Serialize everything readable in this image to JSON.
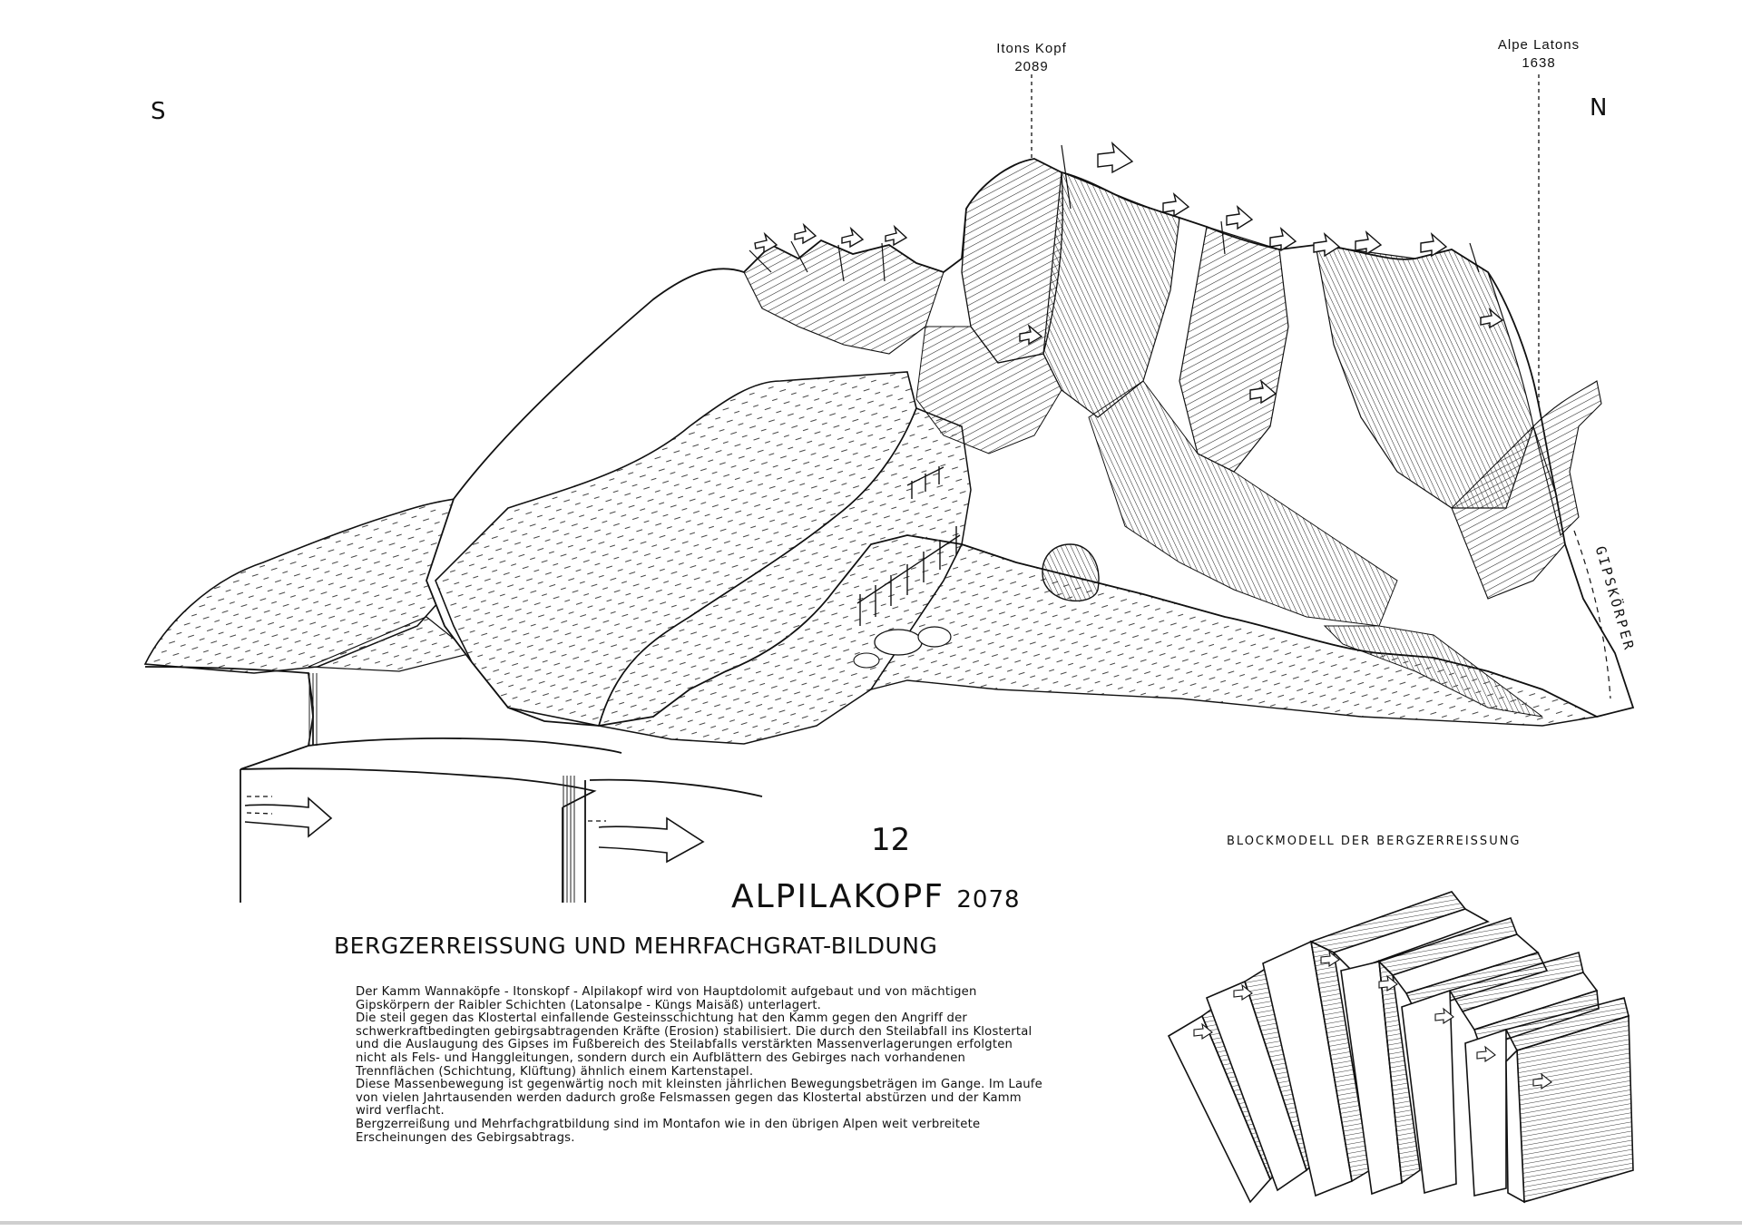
{
  "direction": {
    "south": "S",
    "north": "N"
  },
  "peaks": [
    {
      "name": "Itons Kopf",
      "elevation": "2089"
    },
    {
      "name": "Alpe Latons",
      "elevation": "1638"
    }
  ],
  "side_label": "GIPSKÖRPER",
  "plate_number": "12",
  "title": {
    "name": "ALPILAKOPF",
    "elevation": "2078"
  },
  "subtitle": "BERGZERREISSUNG UND MEHRFACHGRAT-BILDUNG",
  "model_title": "BLOCKMODELL DER BERGZERREISSUNG",
  "description": [
    "Der Kamm Wannaköpfe - Itonskopf - Alpilakopf wird von Hauptdolomit aufgebaut und von mächtigen Gipskörpern der Raibler Schichten (Latonsalpe - Küngs Maisäß) unterlagert.",
    "Die steil gegen das Klostertal einfallende Gesteinsschichtung hat den Kamm gegen den Angriff der schwerkraftbedingten gebirgsabtragenden Kräfte (Erosion) stabilisiert. Die durch den Steilabfall ins Klostertal und die Auslaugung des Gipses im Fußbereich des Steilabfalls verstärkten Massenverlagerungen erfolgten nicht als Fels- und Hanggleitungen, sondern durch ein Aufblättern des Gebirges nach vorhandenen Trennflächen (Schichtung, Klüftung) ähnlich einem Kartenstapel.",
    "Diese Massenbewegung ist gegenwärtig noch mit kleinsten jährlichen Bewegungsbeträgen im Gange. Im Laufe von vielen Jahrtausenden werden dadurch große Felsmassen gegen das Klostertal abstürzen und der Kamm wird verflacht.",
    "Bergzerreißung und Mehrfachgratbildung sind im Montafon wie in den übrigen Alpen weit verbreitete Erscheinungen des Gebirgsabtrags."
  ]
}
